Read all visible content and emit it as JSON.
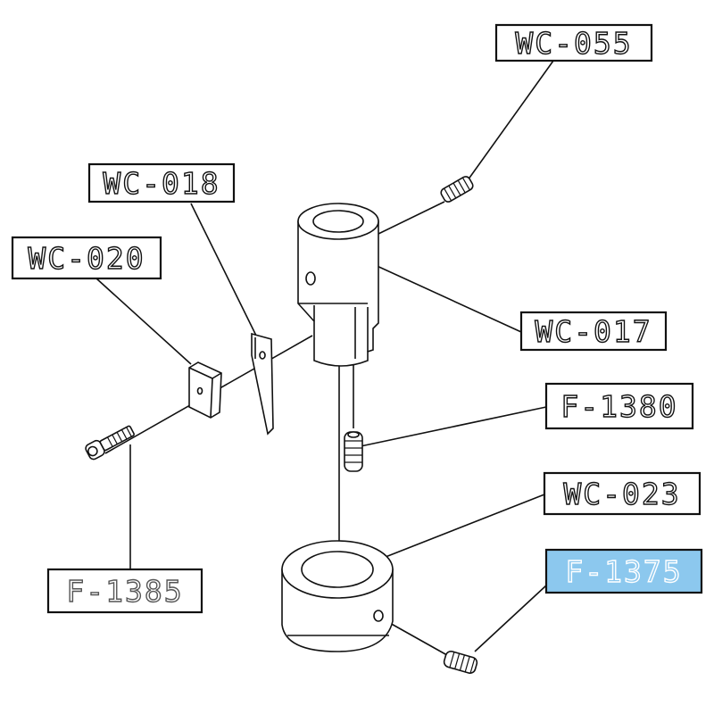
{
  "labels": [
    {
      "id": "wc-055",
      "text": "WC-055",
      "highlighted": false
    },
    {
      "id": "wc-018",
      "text": "WC-018",
      "highlighted": false
    },
    {
      "id": "wc-020",
      "text": "WC-020",
      "highlighted": false
    },
    {
      "id": "wc-017",
      "text": "WC-017",
      "highlighted": false
    },
    {
      "id": "f-1380",
      "text": "F-1380",
      "highlighted": false
    },
    {
      "id": "wc-023",
      "text": "WC-023",
      "highlighted": false
    },
    {
      "id": "f-1375",
      "text": "F-1375",
      "highlighted": true
    },
    {
      "id": "f-1385",
      "text": "F-1385",
      "highlighted": false
    }
  ],
  "colors": {
    "highlight": "#8cc8ee",
    "line": "#111111",
    "background": "#ffffff"
  }
}
